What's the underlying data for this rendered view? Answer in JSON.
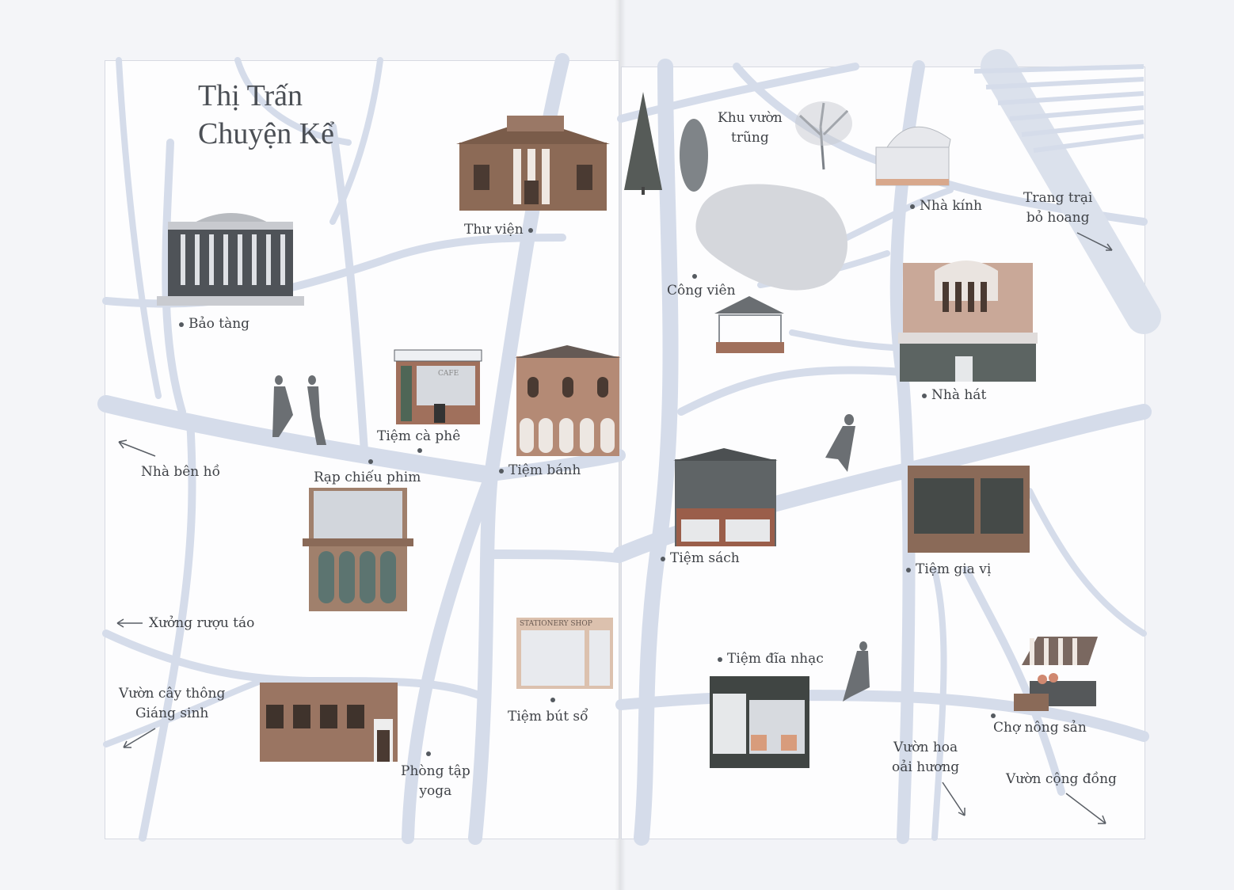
{
  "map": {
    "title": {
      "line1": "Thị Trấn",
      "line2": "Chuyện Kể"
    },
    "places": {
      "thu_vien": "Thư viện",
      "bao_tang": "Bảo tàng",
      "tiem_ca_phe": "Tiệm cà phê",
      "tiem_banh": "Tiệm bánh",
      "nha_ben_ho": "Nhà bên hồ",
      "rap_chieu_phim": "Rạp chiếu phim",
      "xuong_ruou_tao": "Xưởng rượu táo",
      "vuon_cay_thong_1": "Vườn cây thông",
      "vuon_cay_thong_2": "Giáng sinh",
      "tiem_but_so": "Tiệm bút sổ",
      "phong_tap_1": "Phòng tập",
      "phong_tap_2": "yoga",
      "khu_vuon_1": "Khu vườn",
      "khu_vuon_2": "trũng",
      "nha_kinh": "Nhà kính",
      "trang_trai_1": "Trang trại",
      "trang_trai_2": "bỏ hoang",
      "cong_vien": "Công viên",
      "nha_hat": "Nhà hát",
      "tiem_sach": "Tiệm sách",
      "tiem_gia_vi": "Tiệm gia vị",
      "tiem_dia_nhac": "Tiệm đĩa nhạc",
      "cho_nong_san": "Chợ nông sản",
      "vuon_hoa_1": "Vườn hoa",
      "vuon_hoa_2": "oải hương",
      "vuon_cong_dong": "Vườn cộng đồng"
    },
    "signs": {
      "cafe": "CAFE",
      "stationery": "STATIONERY SHOP"
    },
    "colors": {
      "road": "#d4dbe8",
      "brown": "#8a6a58",
      "tan": "#b79a86",
      "grey": "#5f6466",
      "brick": "#a0705c"
    }
  }
}
